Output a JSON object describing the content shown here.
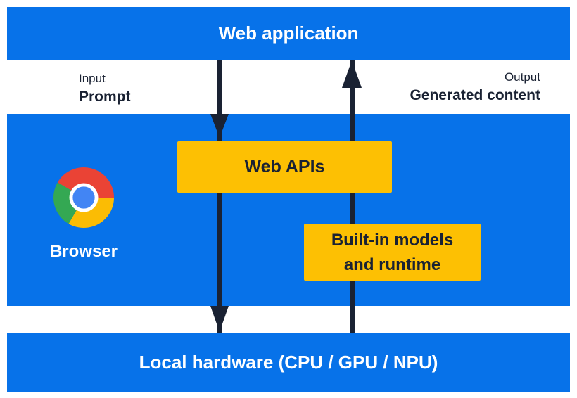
{
  "colors": {
    "blue": "#0772E9",
    "yellow": "#FDC003",
    "navy": "#1A2233",
    "white_text": "#FFFFFF",
    "chrome_red": "#EA4335",
    "chrome_yellow": "#FBBC04",
    "chrome_green": "#34A853",
    "chrome_blue": "#4285F4"
  },
  "layers": {
    "web_application": {
      "label": "Web application"
    },
    "browser": {
      "label": "Browser",
      "logo_icon": "chrome-logo",
      "web_apis": {
        "label": "Web APIs"
      },
      "builtin_models": {
        "label_line1": "Built-in models",
        "label_line2": "and runtime"
      }
    },
    "local_hardware": {
      "label": "Local hardware (CPU / GPU / NPU)"
    }
  },
  "flows": {
    "input": {
      "title": "Input",
      "value": "Prompt",
      "direction": "down"
    },
    "output": {
      "title": "Output",
      "value": "Generated content",
      "direction": "up"
    }
  }
}
